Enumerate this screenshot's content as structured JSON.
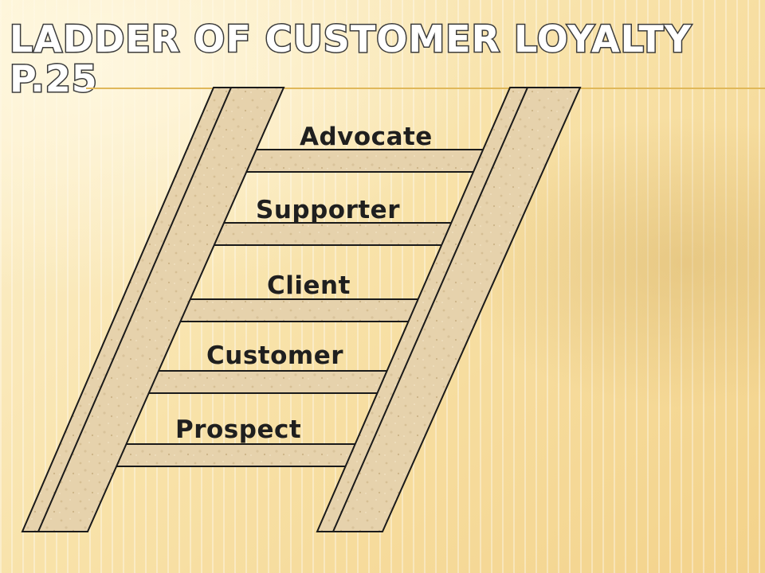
{
  "slide": {
    "title_line1": "Ladder of Customer Loyalty",
    "title_line2": "p.25"
  },
  "ladder": {
    "rungs": [
      {
        "label": "Advocate"
      },
      {
        "label": "Supporter"
      },
      {
        "label": "Client"
      },
      {
        "label": "Customer"
      },
      {
        "label": "Prospect"
      }
    ]
  },
  "colors": {
    "wood": "#e6d2ac",
    "wood_dark": "#d4ba8e",
    "outline": "#1a1a1a",
    "title_fill": "#ffffff",
    "title_outline": "#3b3b3b",
    "rule": "#e0b85a"
  }
}
